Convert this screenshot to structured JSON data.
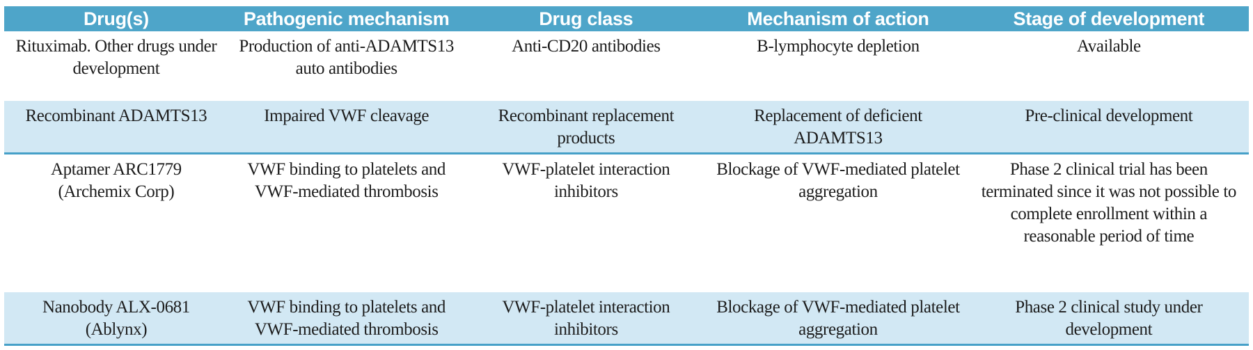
{
  "table": {
    "columns": [
      {
        "label": "Drug(s)"
      },
      {
        "label": "Pathogenic mechanism"
      },
      {
        "label": "Drug class"
      },
      {
        "label": "Mechanism of action"
      },
      {
        "label": "Stage of development"
      }
    ],
    "rows": [
      {
        "cells": [
          "Rituximab. Other drugs under development",
          "Production of anti-ADAMTS13 auto antibodies",
          "Anti-CD20 antibodies",
          "B-lymphocyte depletion",
          "Available"
        ]
      },
      {
        "cells": [
          "Recombinant ADAMTS13",
          "Impaired VWF cleavage",
          "Recombinant replacement products",
          "Replacement of deficient ADAMTS13",
          "Pre-clinical development"
        ]
      },
      {
        "cells": [
          "Aptamer ARC1779 (Archemix Corp)",
          "VWF binding to platelets and VWF-mediated thrombosis",
          "VWF-platelet interaction inhibitors",
          "Blockage of VWF-mediated platelet aggregation",
          "Phase 2 clinical trial has been terminated since it was not possible to complete enrollment within a reasonable period of time"
        ]
      },
      {
        "cells": [
          "Nanobody ALX-0681 (Ablynx)",
          "VWF binding to platelets and VWF-mediated thrombosis",
          "VWF-platelet interaction inhibitors",
          "Blockage of VWF-mediated platelet aggregation",
          "Phase 2 clinical study under development"
        ]
      }
    ]
  },
  "colors": {
    "header_bg": "#4ea5c9",
    "header_text": "#ffffff",
    "alt_row_bg": "#d2e8f4",
    "row_divider": "#46a0c8",
    "body_text": "#1c1c1c",
    "page_bg": "#ffffff"
  }
}
